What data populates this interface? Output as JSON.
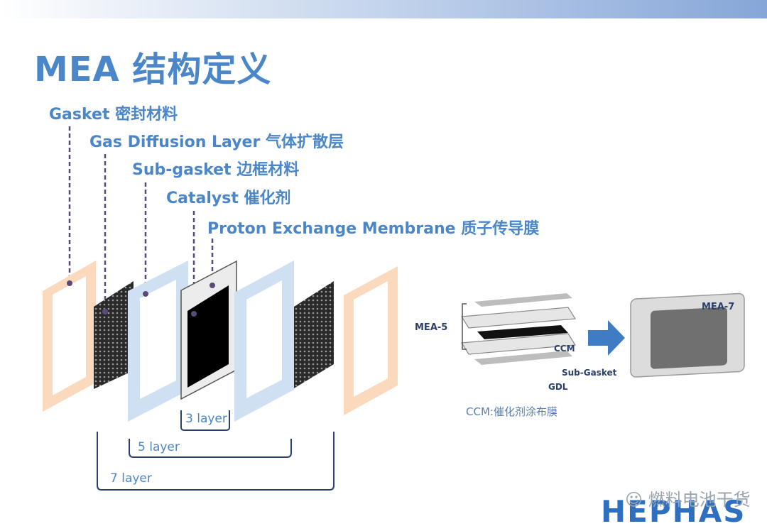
{
  "slide": {
    "title": "MEA 结构定义"
  },
  "layers": {
    "gasket": "Gasket 密封材料",
    "gdl": "Gas Diffusion Layer 气体扩散层",
    "subgasket": "Sub-gasket 边框材料",
    "catalyst": "Catalyst 催化剂",
    "pem": "Proton Exchange Membrane 质子传导膜"
  },
  "brackets": {
    "three": "3 layer",
    "five": "5 layer",
    "seven": "7 layer"
  },
  "assembly": {
    "mea5": "MEA-5",
    "mea7": "MEA-7",
    "ccm": "CCM",
    "subgasket": "Sub-Gasket",
    "gdl": "GDL",
    "caption": "CCM:催化剂涂布膜"
  },
  "watermark": {
    "text": "燃料电池干货",
    "logo": "HEPHAS"
  },
  "colors": {
    "title": "#4a86c8",
    "gasket": "#fbd9bd",
    "subgasket": "#cfe0f3",
    "gdl": "#2a2a2a",
    "catalyst": "#000000",
    "membrane": "#ececec",
    "leader": "#5a4a7a",
    "arrow": "#3f7cc4"
  }
}
